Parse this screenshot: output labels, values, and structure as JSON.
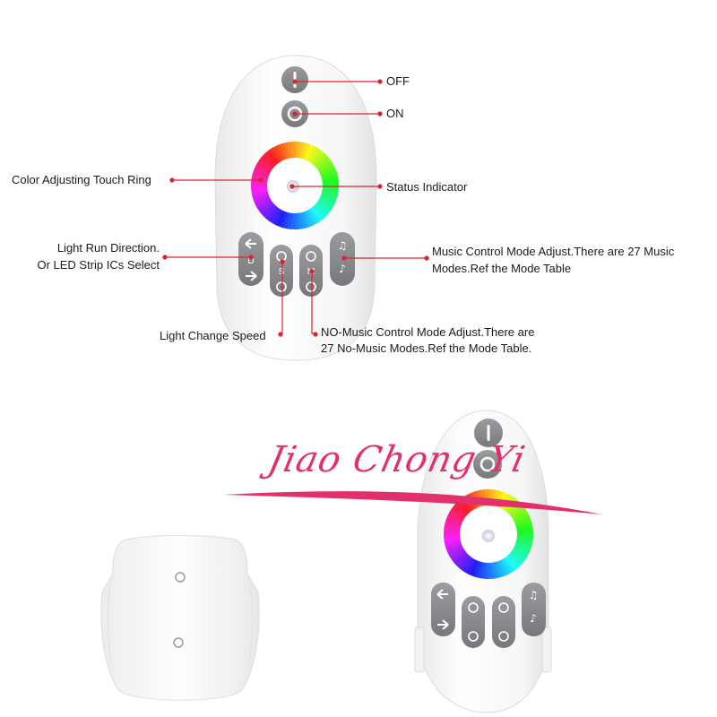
{
  "labels": {
    "off": "OFF",
    "on": "ON",
    "color_ring": "Color Adjusting Touch Ring",
    "status": "Status Indicator",
    "direction_line1": "Light Run Direction.",
    "direction_line2": "Or LED Strip ICs Select",
    "music_line1": "Music Control Mode Adjust.There are 27 Music",
    "music_line2": "Modes.Ref the Mode Table",
    "speed": "Light Change Speed",
    "nomusic_line1": "NO-Music Control Mode Adjust.There are",
    "nomusic_line2": "27 No-Music Modes.Ref the Mode Table."
  },
  "buttons": {
    "direction": {
      "top": "D",
      "bottom": ""
    },
    "speed": {
      "top": "S"
    },
    "mode": {
      "top": "M"
    }
  },
  "watermark": "Jiao Chong Yi",
  "colors": {
    "leader": "#d9252a",
    "button": "#8a8c8f",
    "watermark": "#e3306b"
  }
}
